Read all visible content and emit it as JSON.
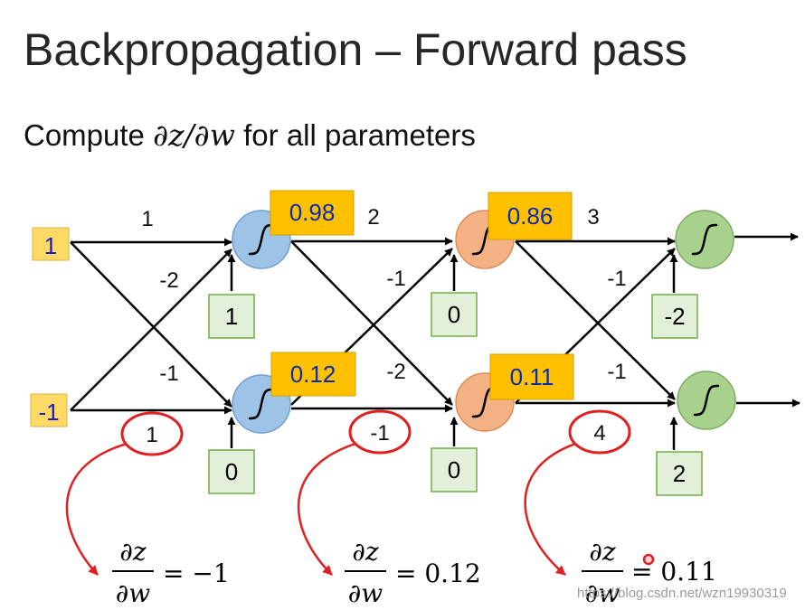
{
  "slide": {
    "title": "Backpropagation – Forward pass",
    "subtitle_prefix": "Compute ",
    "subtitle_math": "∂z/∂w",
    "subtitle_suffix": " for all parameters",
    "watermark": "https://blog.csdn.net/wzn19930319"
  },
  "inputs": [
    "1",
    "-1"
  ],
  "weights": {
    "layer1": [
      "1",
      "-2",
      "-1",
      "1"
    ],
    "layer2": [
      "2",
      "-1",
      "-2",
      "-1"
    ],
    "layer3": [
      "3",
      "-1",
      "-1",
      "4"
    ]
  },
  "biases": {
    "layer1": [
      "1",
      "0"
    ],
    "layer2": [
      "0",
      "0"
    ],
    "layer3": [
      "-2",
      "2"
    ]
  },
  "activations": {
    "layer1": [
      "0.98",
      "0.12"
    ],
    "layer2": [
      "0.86",
      "0.11"
    ]
  },
  "circled_weights": [
    "1",
    "-1",
    "4"
  ],
  "derivatives": [
    {
      "numerator": "∂z",
      "denominator": "∂w",
      "value": "= −1"
    },
    {
      "numerator": "∂z",
      "denominator": "∂w",
      "value": "= 0.12"
    },
    {
      "numerator": "∂z",
      "denominator": "∂w",
      "value": "= 0.11"
    }
  ],
  "colors": {
    "input_fill": "#ffd966",
    "activation_fill": "#ffc000",
    "activation_text": "#0a2bb0",
    "neuron_layer1": "#9dc3e6",
    "neuron_layer2": "#f4b183",
    "neuron_layer3": "#a9d18e",
    "bias_fill": "#e2f0d9",
    "bias_border": "#70ad47",
    "highlight": "#e02020"
  }
}
